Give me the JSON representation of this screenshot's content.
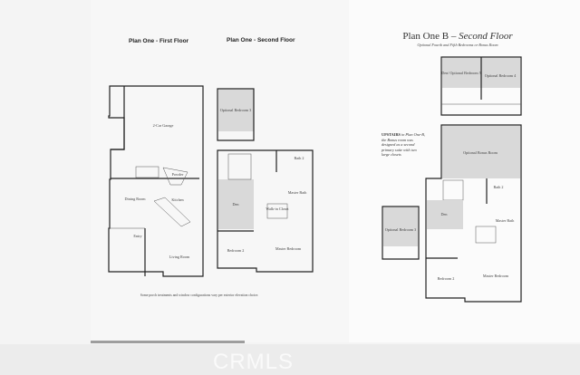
{
  "left_page": {
    "first_floor_title": "Plan One - First Floor",
    "second_floor_title": "Plan One - Second Floor",
    "first_floor_rooms": [
      "2-Car Garage",
      "Powder",
      "Dining Room",
      "Kitchen",
      "Entry",
      "Living Room"
    ],
    "second_floor_rooms": [
      "Optional Bedroom 3",
      "Bath 2",
      "Den",
      "Master Bath",
      "Walk-in Closet",
      "Bedroom 2",
      "Master Bedroom"
    ],
    "footnote": "Some porch treatments and window configurations vary per exterior elevation choice."
  },
  "right_page": {
    "title_main": "Plan One B – ",
    "title_italic": "Second Floor",
    "subtitle": "Optional Fourth and Fifth Bedrooms or Bonus Room",
    "upstairs_heading": "UPSTAIRS",
    "upstairs_text": " in Plan One-B, the Bonus room was designed as a second primary suite with two large closets",
    "rooms": [
      "Den/ Optional Bedroom 5",
      "Optional Bedroom 4",
      "Optional Bonus Room",
      "Bath 2",
      "Den",
      "Master Bath",
      "Optional Bedroom 3",
      "Bedroom 2",
      "Master Bedroom"
    ]
  },
  "watermark": "CRMLS"
}
